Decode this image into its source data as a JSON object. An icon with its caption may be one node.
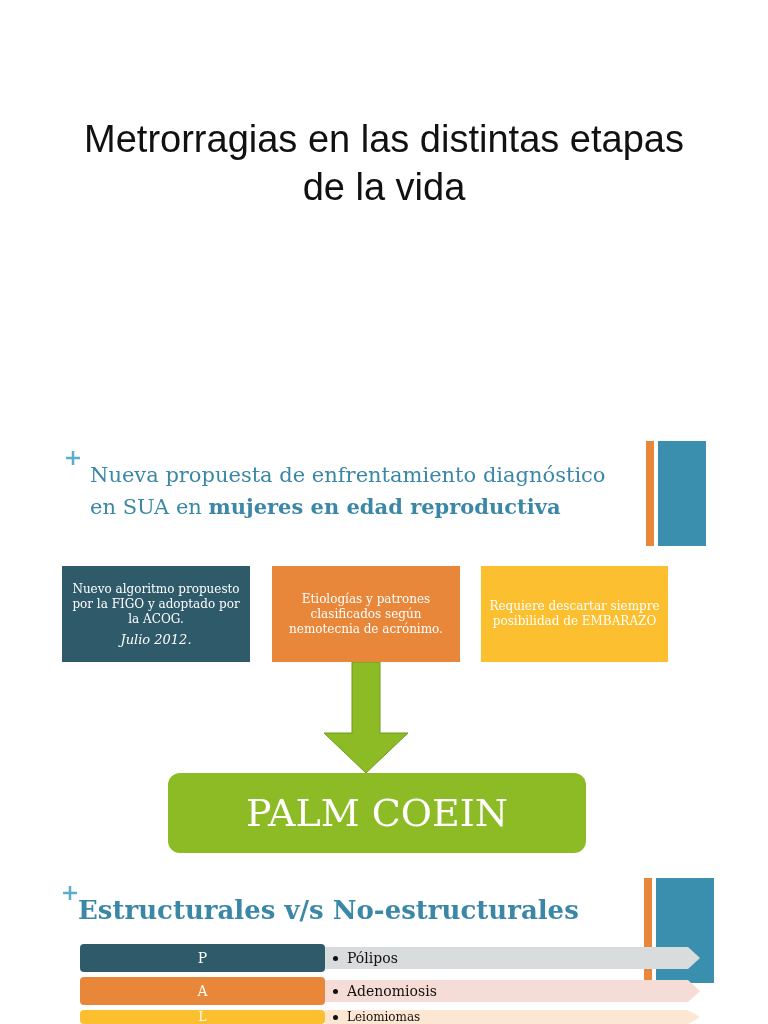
{
  "diagram": {
    "title": "Metrorragias en las distintas etapas de la vida",
    "nodes": [
      {
        "text": [
          "Nuevo algoritmo propuesto por la FIGO y adoptado por la ACOG.",
          "Julio 2012."
        ]
      },
      {
        "text": [
          "Etiologías y patrones clasificados según nemotecnia de acrónimo."
        ]
      },
      {
        "text": [
          "Requiere descartar siempre posibilidad de EMBARAZO"
        ]
      },
      {
        "text": [
          "PALM COEIN"
        ]
      },
      {
        "text": [
          "P"
        ]
      },
      {
        "text": [
          "Pólipos"
        ]
      },
      {
        "text": [
          "A"
        ]
      },
      {
        "text": [
          "Adenomiosis"
        ]
      },
      {
        "text": [
          "L"
        ]
      },
      {
        "text": [
          "Leiomiomas"
        ]
      }
    ],
    "edges": [
      {
        "from": 1,
        "to": 3,
        "arrow": "to"
      }
    ],
    "labels": [
      "Nueva propuesta de enfrentamiento diagnóstico en SUA en **mujeres en edad reproductiva**",
      "Estructurales v/s  No-estructurales"
    ]
  }
}
